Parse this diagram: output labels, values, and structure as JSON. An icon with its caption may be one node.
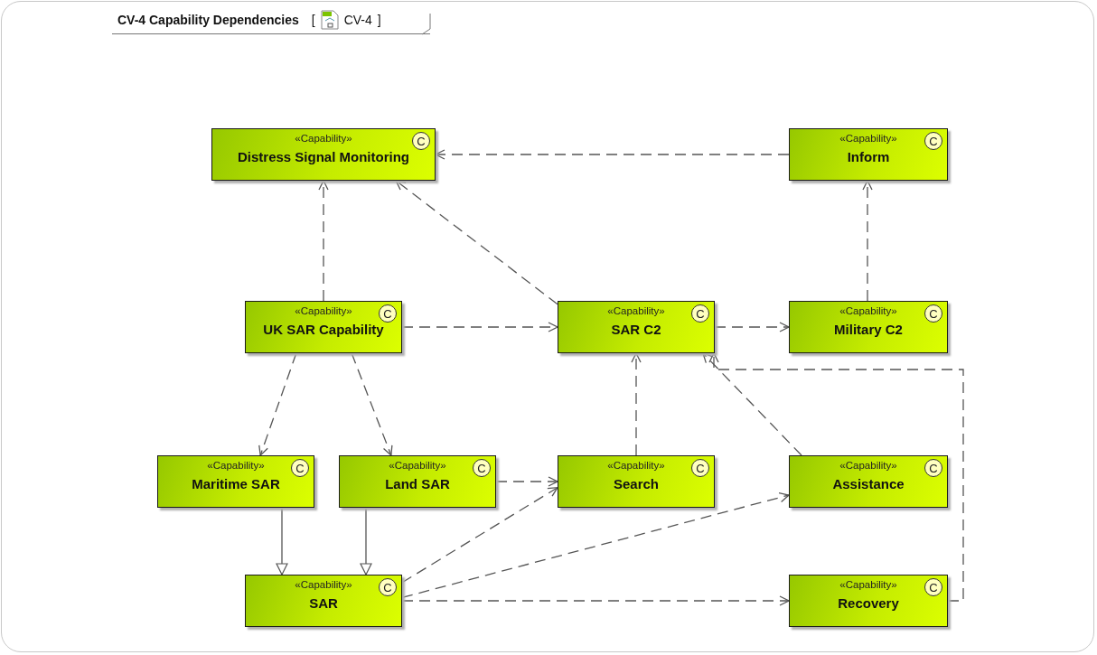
{
  "diagram": {
    "title": "CV-4 Capability Dependencies",
    "nodes": [
      {
        "text": [
          "«Capability»",
          "Distress Signal Monitoring",
          "C"
        ]
      },
      {
        "text": [
          "«Capability»",
          "Inform",
          "C"
        ]
      },
      {
        "text": [
          "«Capability»",
          "UK SAR Capability",
          "C"
        ]
      },
      {
        "text": [
          "«Capability»",
          "SAR C2",
          "C"
        ]
      },
      {
        "text": [
          "«Capability»",
          "Military C2",
          "C"
        ]
      },
      {
        "text": [
          "«Capability»",
          "Maritime SAR",
          "C"
        ]
      },
      {
        "text": [
          "«Capability»",
          "Land SAR",
          "C"
        ]
      },
      {
        "text": [
          "«Capability»",
          "Search",
          "C"
        ]
      },
      {
        "text": [
          "«Capability»",
          "Assistance",
          "C"
        ]
      },
      {
        "text": [
          "«Capability»",
          "SAR",
          "C"
        ]
      },
      {
        "text": [
          "«Capability»",
          "Recovery",
          "C"
        ]
      }
    ],
    "edges": [
      {
        "from": 1,
        "to": 0,
        "arrow": "to",
        "style": "dashed"
      },
      {
        "from": 2,
        "to": 0,
        "arrow": "to",
        "style": "dashed"
      },
      {
        "from": 3,
        "to": 0,
        "arrow": "to",
        "style": "dashed"
      },
      {
        "from": 2,
        "to": 3,
        "arrow": "to",
        "style": "dashed"
      },
      {
        "from": 3,
        "to": 4,
        "arrow": "to",
        "style": "dashed"
      },
      {
        "from": 4,
        "to": 1,
        "arrow": "to",
        "style": "dashed"
      },
      {
        "from": 2,
        "to": 5,
        "arrow": "to",
        "style": "dashed"
      },
      {
        "from": 2,
        "to": 6,
        "arrow": "to",
        "style": "dashed"
      },
      {
        "from": 6,
        "to": 7,
        "arrow": "to",
        "style": "dashed"
      },
      {
        "from": 7,
        "to": 3,
        "arrow": "to",
        "style": "dashed"
      },
      {
        "from": 8,
        "to": 3,
        "arrow": "to",
        "style": "dashed"
      },
      {
        "from": 10,
        "to": 3,
        "arrow": "to",
        "style": "dashed"
      },
      {
        "from": 9,
        "to": 7,
        "arrow": "to",
        "style": "dashed"
      },
      {
        "from": 9,
        "to": 8,
        "arrow": "to",
        "style": "dashed"
      },
      {
        "from": 9,
        "to": 10,
        "arrow": "to",
        "style": "dashed"
      },
      {
        "from": 5,
        "to": 9,
        "arrow": "to"
      },
      {
        "from": 6,
        "to": 9,
        "arrow": "to"
      }
    ],
    "labels": [
      "[",
      "CV-4",
      "]"
    ]
  }
}
